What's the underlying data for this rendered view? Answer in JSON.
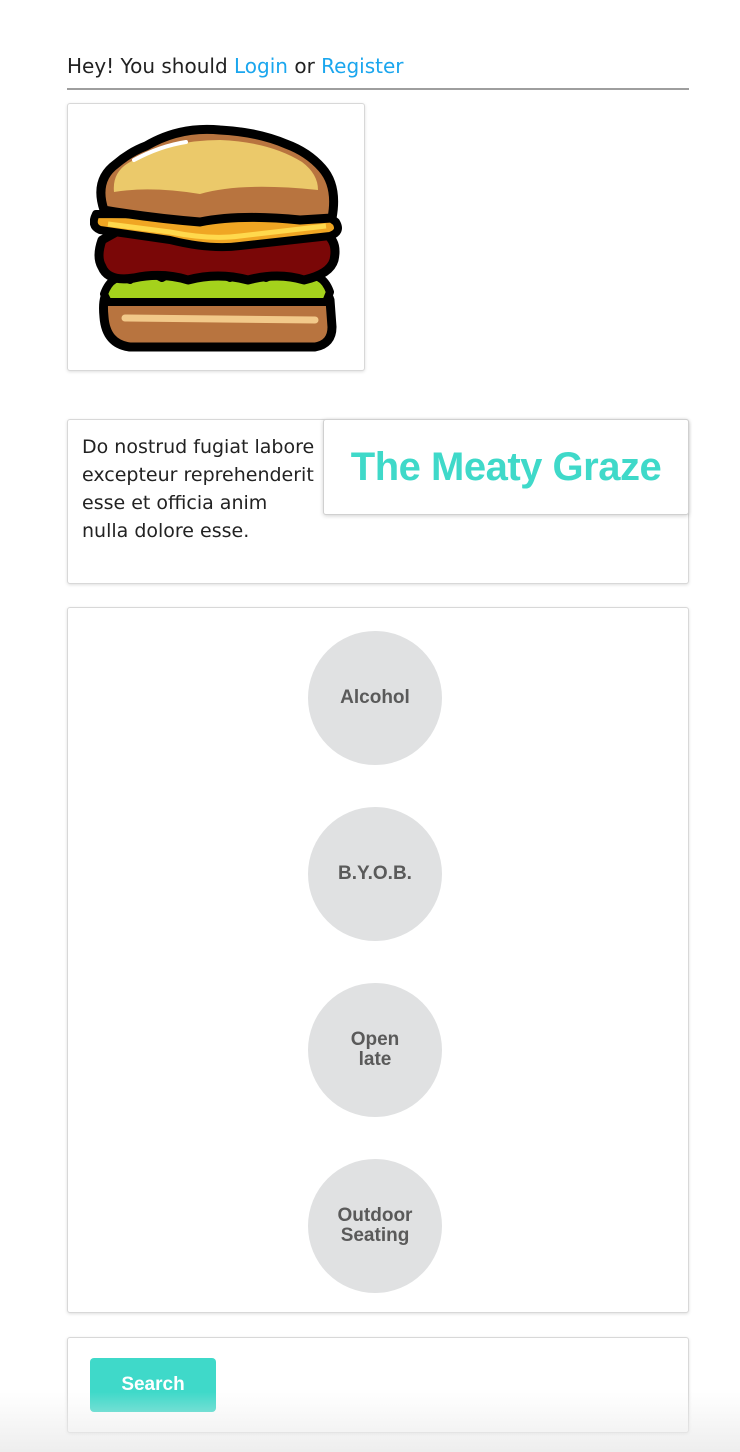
{
  "header": {
    "greeting_prefix": "Hey! You should ",
    "login_label": "Login",
    "connector": " or ",
    "register_label": "Register",
    "link_color": "#1aa6ee"
  },
  "logo": {
    "icon": "burger-icon"
  },
  "restaurant": {
    "name": "The Meaty Graze",
    "description": "Do nostrud fugiat labore excepteur reprehenderit esse et officia anim nulla dolore esse.",
    "accent_color": "#3fd9c9"
  },
  "filters": [
    {
      "label": "Alcohol"
    },
    {
      "label": "B.Y.O.B."
    },
    {
      "label": "Open late"
    },
    {
      "label": "Outdoor Seating"
    }
  ],
  "search": {
    "button_label": "Search"
  }
}
